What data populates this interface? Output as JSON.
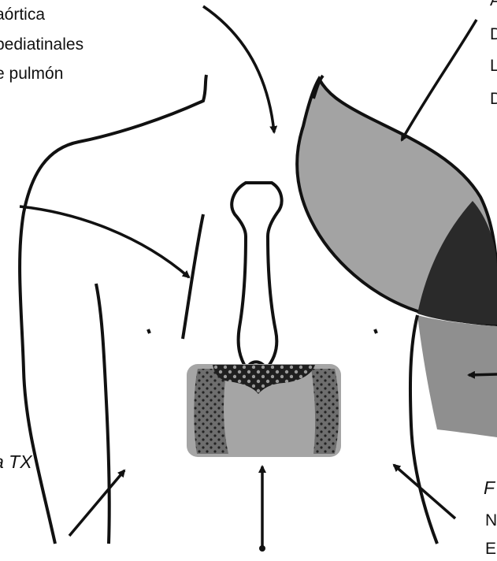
{
  "labels": {
    "top_left": [
      "aórtica",
      "pediatinales",
      "e pulmón"
    ],
    "left_italic": "a TX",
    "top_right": [
      "A",
      "D",
      "L",
      "D"
    ],
    "bottom_right": [
      "F",
      "N",
      "E"
    ]
  },
  "colors": {
    "background": "#ffffff",
    "outline": "#111111",
    "shade_light": "#a3a3a3",
    "shade_mid": "#6e6e6e",
    "shade_dark": "#2a2a2a"
  },
  "icons": [
    "arrow-icon"
  ]
}
